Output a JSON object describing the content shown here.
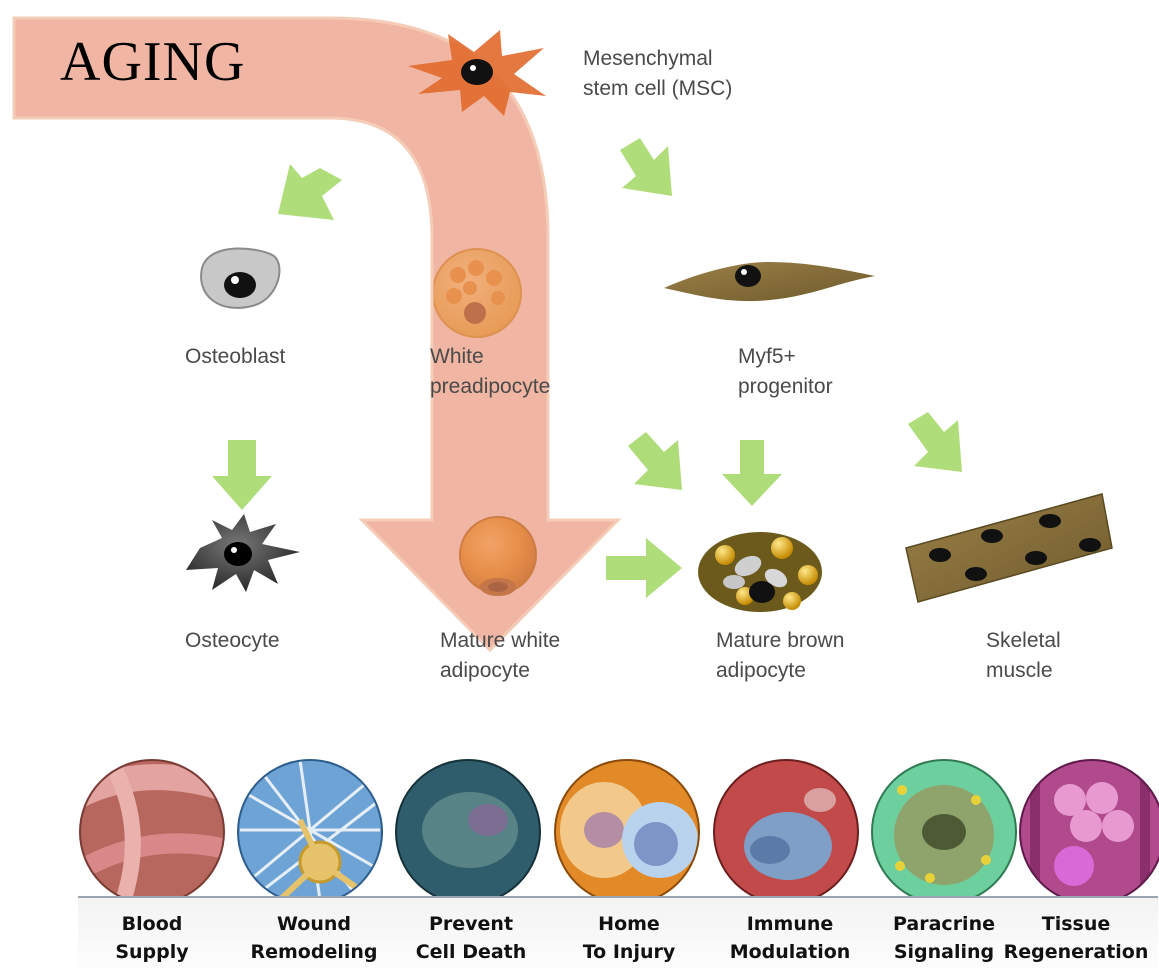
{
  "diagram": {
    "overlay_title": "AGING",
    "cells": {
      "msc": [
        "Mesenchymal",
        "stem cell (MSC)"
      ],
      "osteoblast": [
        "Osteoblast"
      ],
      "white_preadipocyte": [
        "White",
        "preadipocyte"
      ],
      "myf5": [
        "Myf5+",
        "progenitor"
      ],
      "osteocyte": [
        "Osteocyte"
      ],
      "mature_white": [
        "Mature white",
        "adipocyte"
      ],
      "mature_brown": [
        "Mature brown",
        "adipocyte"
      ],
      "skeletal_muscle": [
        "Skeletal",
        "muscle"
      ]
    },
    "colors": {
      "aging_arrow": "#e8876a",
      "differentiation_arrow": "#a6d96a",
      "label_text": "#4a4a4a"
    }
  },
  "msc_functions": [
    {
      "line1": "Blood",
      "line2": "Supply",
      "icon": "blood-vessel-image"
    },
    {
      "line1": "Wound",
      "line2": "Remodeling",
      "icon": "neuron-network-image"
    },
    {
      "line1": "Prevent",
      "line2": "Cell Death",
      "icon": "cell-protection-image"
    },
    {
      "line1": "Home",
      "line2": "To Injury",
      "icon": "homing-cell-image"
    },
    {
      "line1": "Immune",
      "line2": "Modulation",
      "icon": "immune-cell-image"
    },
    {
      "line1": "Paracrine",
      "line2": "Signaling",
      "icon": "signaling-cell-image"
    },
    {
      "line1": "Tissue",
      "line2": "Regeneration",
      "icon": "tissue-image"
    }
  ]
}
